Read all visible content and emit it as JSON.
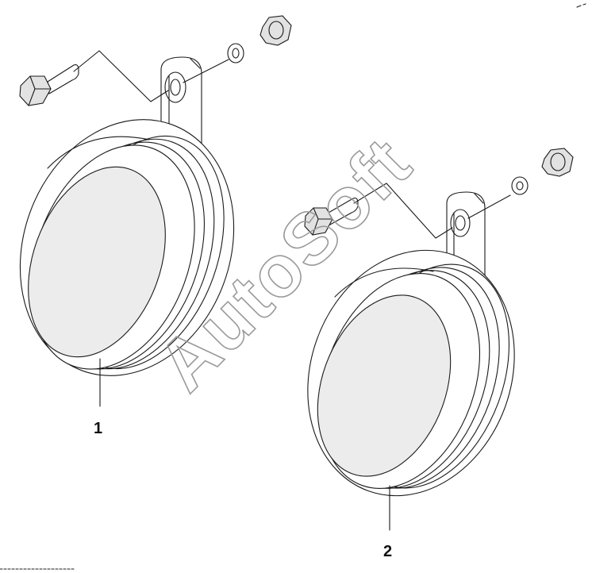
{
  "diagram": {
    "callouts": [
      {
        "label": "1",
        "part": "horn-left"
      },
      {
        "label": "2",
        "part": "horn-right"
      }
    ],
    "watermark": "AutoSoft",
    "colors": {
      "line": "#1a1a1a",
      "lens": "#ececec",
      "watermark": "#9a9a9a",
      "background": "#ffffff"
    }
  }
}
